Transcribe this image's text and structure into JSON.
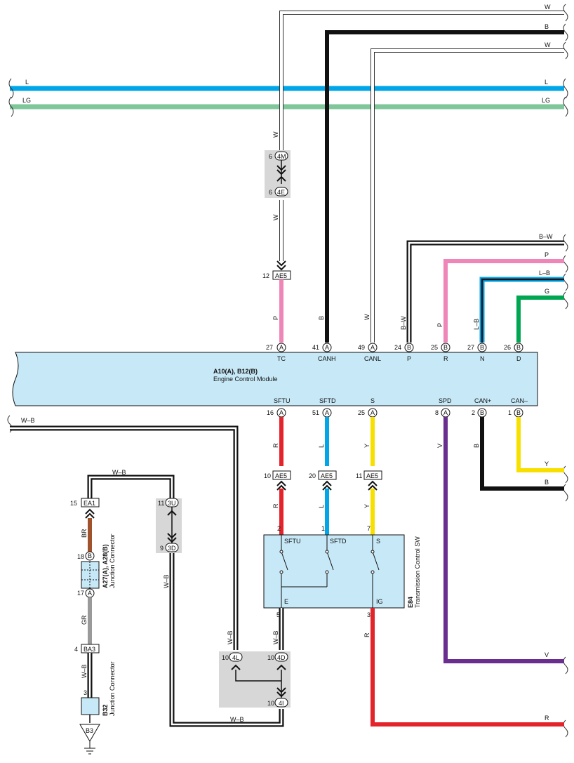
{
  "colors": {
    "L": "#00a6e8",
    "LG": "#7fc79a",
    "B": "#111111",
    "W": "#ffffff",
    "P": "#ef86b8",
    "G": "#00a651",
    "R": "#e3242b",
    "Y": "#f7e000",
    "V": "#6a2e8f",
    "BR": "#a0522d",
    "GR": "#9a9a9a",
    "module_fill": "#c7e8f7",
    "connector_fill": "#d7d7d7"
  },
  "wire_labels": {
    "w_top1": "W",
    "b_top": "B",
    "w_top2": "W",
    "l_left": "L",
    "l_right": "L",
    "lg_left": "LG",
    "lg_right": "LG",
    "bw_right": "B–W",
    "p_right": "P",
    "lb_right": "L–B",
    "g_right": "G",
    "y_right": "Y",
    "b_right2": "B",
    "v_right": "V",
    "r_right": "R",
    "wb_left": "W–B",
    "wb_loop": "W–B",
    "wb_bottom": "W–B",
    "v_w1": "W",
    "v_w2": "W",
    "v_p": "P",
    "v_b": "B",
    "v_w3": "W",
    "v_bw": "B–W",
    "v_p2": "P",
    "v_lb": "L–B",
    "v_r1": "R",
    "v_l1": "L",
    "v_y1": "Y",
    "v_v": "V",
    "v_b2": "B",
    "v_r2": "R",
    "v_l2": "L",
    "v_y2": "Y",
    "v_br": "BR",
    "v_gr": "GR",
    "v_wb1": "W–B",
    "v_wb2": "W–B",
    "v_wb3": "W–B",
    "v_wb4": "W–B",
    "v_r3": "R"
  },
  "ecm": {
    "title": "A10(A), B12(B)",
    "subtitle": "Engine Control Module",
    "top_pins": [
      {
        "num": "27",
        "conn": "A",
        "name": "TC"
      },
      {
        "num": "41",
        "conn": "A",
        "name": "CANH"
      },
      {
        "num": "49",
        "conn": "A",
        "name": "CANL"
      },
      {
        "num": "24",
        "conn": "B",
        "name": "P"
      },
      {
        "num": "25",
        "conn": "B",
        "name": "R"
      },
      {
        "num": "27",
        "conn": "B",
        "name": "N"
      },
      {
        "num": "26",
        "conn": "B",
        "name": "D"
      }
    ],
    "bottom_pins": [
      {
        "num": "16",
        "conn": "A",
        "name": "SFTU"
      },
      {
        "num": "51",
        "conn": "A",
        "name": "SFTD"
      },
      {
        "num": "25",
        "conn": "A",
        "name": "S"
      },
      {
        "num": "8",
        "conn": "A",
        "name": "SPD"
      },
      {
        "num": "2",
        "conn": "B",
        "name": "CAN+"
      },
      {
        "num": "1",
        "conn": "B",
        "name": "CAN–"
      }
    ]
  },
  "connectors": {
    "c4m": {
      "pin": "6",
      "id": "4M"
    },
    "c4e": {
      "pin": "6",
      "id": "4E"
    },
    "ae5_top": {
      "pin": "12",
      "id": "AE5"
    },
    "ae5_r": {
      "pin": "10",
      "id": "AE5"
    },
    "ae5_l": {
      "pin": "20",
      "id": "AE5"
    },
    "ae5_y": {
      "pin": "11",
      "id": "AE5"
    },
    "ea1": {
      "pin": "15",
      "id": "EA1"
    },
    "c3u": {
      "pin": "11",
      "id": "3U"
    },
    "c3d": {
      "pin": "9",
      "id": "3D"
    },
    "ba3": {
      "pin": "4",
      "id": "BA3"
    },
    "c4l": {
      "pin": "10",
      "id": "4L"
    },
    "c4d": {
      "pin": "10",
      "id": "4D"
    },
    "c4i": {
      "pin": "10",
      "id": "4I"
    }
  },
  "junction_a27": {
    "top_pin": "18",
    "top_conn": "B",
    "bottom_pin": "17",
    "bottom_conn": "A",
    "title": "A27(A), A28(B)",
    "subtitle": "Junction Connector"
  },
  "junction_b32": {
    "pin": "3",
    "title": "B32",
    "subtitle": "Junction Connector"
  },
  "ground": {
    "id": "B3"
  },
  "tcsw": {
    "title": "E84",
    "subtitle": "Transmission Control SW",
    "pin_sftu": "2",
    "pin_sftd": "1",
    "pin_s": "7",
    "pin_e": "5",
    "pin_ig": "3",
    "label_sftu": "SFTU",
    "label_sftd": "SFTD",
    "label_s": "S",
    "label_e": "E",
    "label_ig": "IG"
  }
}
